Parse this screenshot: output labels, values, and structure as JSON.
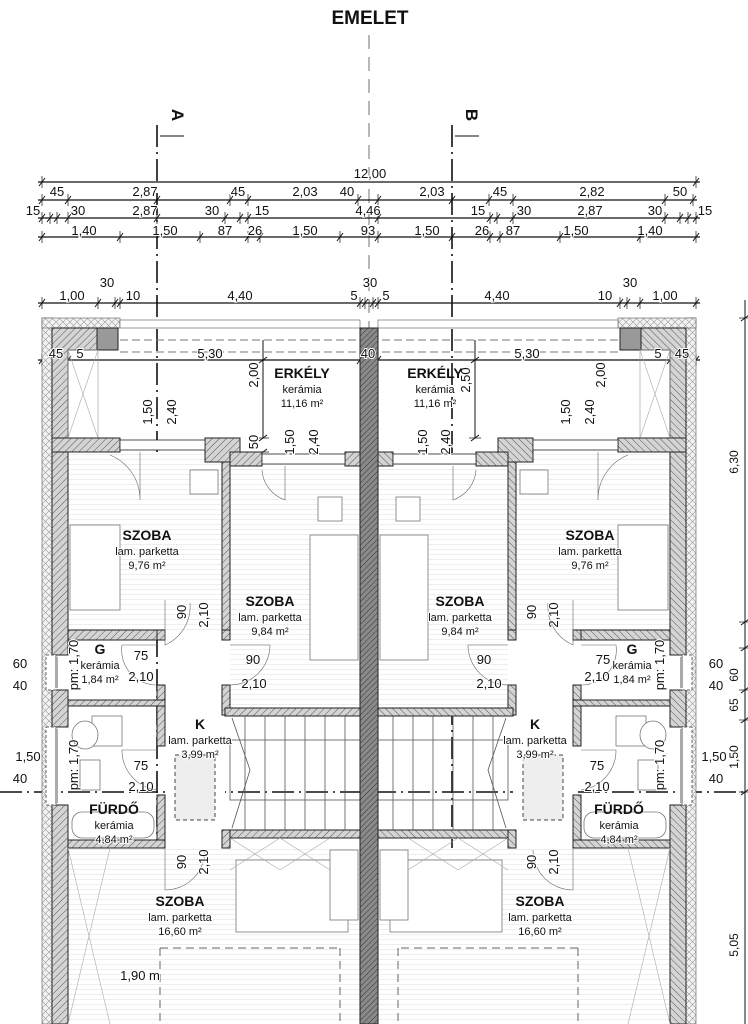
{
  "title": "EMELET",
  "sections": {
    "a": "A",
    "b": "B"
  },
  "dims": {
    "overall": "12,00",
    "row2": [
      "45",
      "2,87",
      "45",
      "2,03",
      "40",
      "2,03",
      "45",
      "2,82",
      "50"
    ],
    "row3": [
      "15",
      "30",
      "2,87",
      "30",
      "15",
      "4,46",
      "15",
      "30",
      "2,87",
      "30",
      "15"
    ],
    "row4": [
      "1,40",
      "1,50",
      "87",
      "26",
      "1,50",
      "93",
      "1,50",
      "26",
      "87",
      "1,50",
      "1,40"
    ],
    "row5": [
      "1,00",
      "10",
      "4,40",
      "5",
      "5",
      "4,40",
      "10",
      "1,00"
    ],
    "row5_top": [
      "30",
      "30",
      "30"
    ],
    "balcony": [
      "45",
      "5",
      "5,30",
      "40",
      "5,30",
      "5",
      "45"
    ],
    "balcony_vertical": [
      "2,00",
      "1,50",
      "2,40",
      "50",
      "1,50",
      "2,40",
      "2,50",
      "1,50",
      "2,40",
      "1,50",
      "2,40",
      "2,00"
    ],
    "doors": [
      "90",
      "2,10",
      "75",
      "2,10",
      "90",
      "2,10",
      "75",
      "2,10",
      "90",
      "2,10",
      "90",
      "2,10",
      "90",
      "2,10",
      "75",
      "2,10",
      "75",
      "2,10",
      "90",
      "2,10"
    ],
    "sills": [
      "pm: 1,70",
      "pm: 1,70",
      "pm: 1,70",
      "pm: 1,70"
    ],
    "windows": [
      "60",
      "40",
      "1,50",
      "40",
      "60",
      "40",
      "1,50",
      "40"
    ],
    "right_side": [
      "6,30",
      "60",
      "65",
      "1,50",
      "5,05"
    ],
    "height_line": "1,90 m"
  },
  "rooms": [
    {
      "name": "ERKÉLY",
      "floor": "kerámia",
      "area": "11,16 m²"
    },
    {
      "name": "ERKÉLY",
      "floor": "kerámia",
      "area": "11,16 m²"
    },
    {
      "name": "SZOBA",
      "floor": "lam. parketta",
      "area": "9,76 m²"
    },
    {
      "name": "SZOBA",
      "floor": "lam. parketta",
      "area": "9,76 m²"
    },
    {
      "name": "SZOBA",
      "floor": "lam. parketta",
      "area": "9,84 m²"
    },
    {
      "name": "SZOBA",
      "floor": "lam. parketta",
      "area": "9,84 m²"
    },
    {
      "name": "G",
      "floor": "kerámia",
      "area": "1,84 m²"
    },
    {
      "name": "G",
      "floor": "kerámia",
      "area": "1,84 m²"
    },
    {
      "name": "K",
      "floor": "lam. parketta",
      "area": "3,99 m²"
    },
    {
      "name": "K",
      "floor": "lam. parketta",
      "area": "3,99 m²"
    },
    {
      "name": "FÜRDŐ",
      "floor": "kerámia",
      "area": "4,84 m²"
    },
    {
      "name": "FÜRDŐ",
      "floor": "kerámia",
      "area": "4,84 m²"
    },
    {
      "name": "SZOBA",
      "floor": "lam. parketta",
      "area": "16,60 m²"
    },
    {
      "name": "SZOBA",
      "floor": "lam. parketta",
      "area": "16,60 m²"
    }
  ],
  "colors": {
    "wall_hatch": "#555555",
    "wall_fill": "#d4d4d4",
    "party_wall": "#8a8a8a",
    "line": "#111111"
  }
}
